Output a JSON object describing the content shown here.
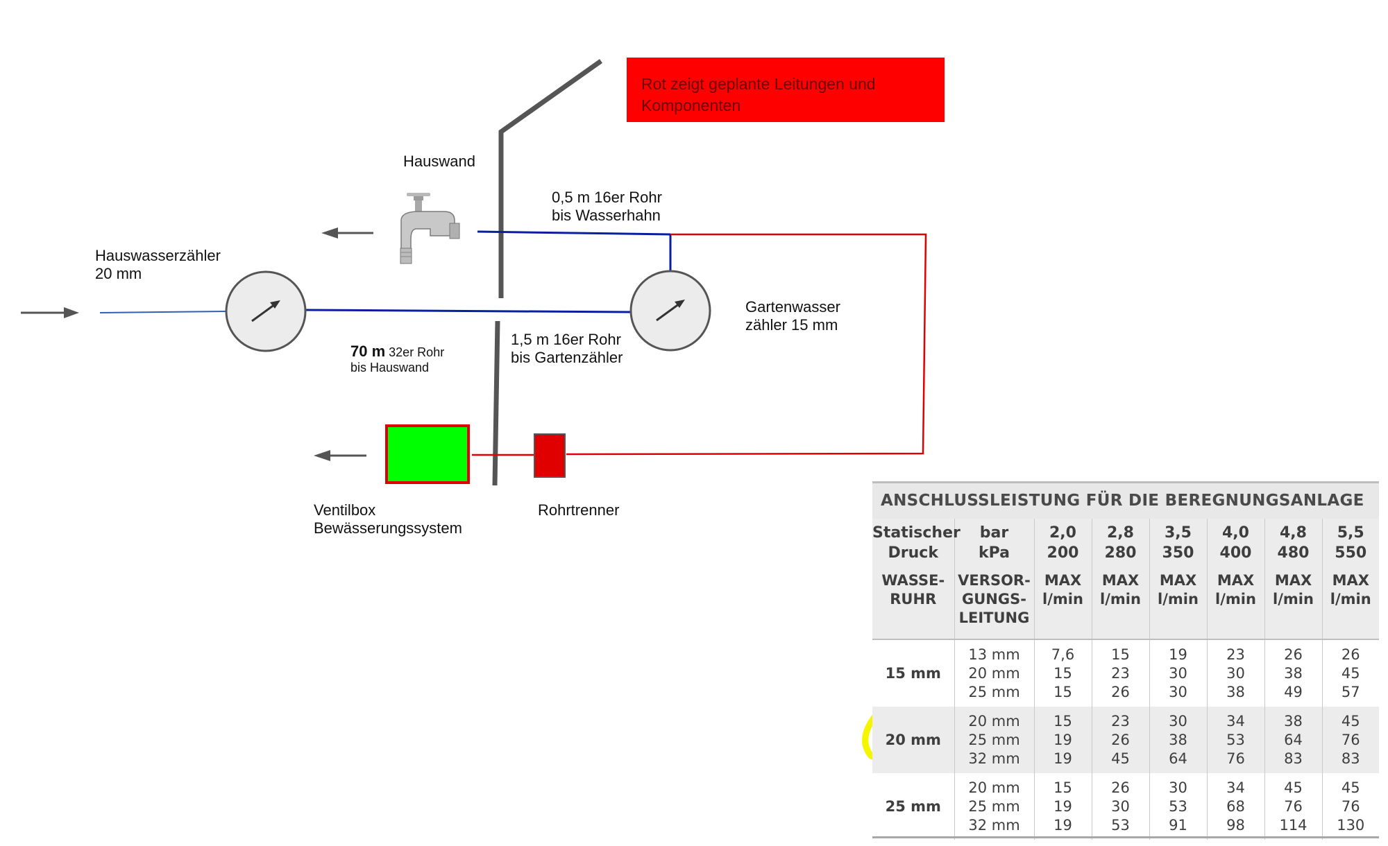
{
  "legend": {
    "text": "Rot zeigt geplante Leitungen und Komponenten"
  },
  "labels": {
    "hauswand": "Hauswand",
    "hauswasserzaehler_1": "Hauswasserzähler",
    "hauswasserzaehler_2": "20 mm",
    "rohr_wasserhahn_1": "0,5 m 16er Rohr",
    "rohr_wasserhahn_2": "bis Wasserhahn",
    "gartenwasser_1": "Gartenwasser",
    "gartenwasser_2": "zähler 15 mm",
    "rohr_hauswand_bold": "70 m",
    "rohr_hauswand_rest": " 32er Rohr",
    "rohr_hauswand_2": "bis Hauswand",
    "rohr_garten_1": "1,5 m 16er Rohr",
    "rohr_garten_2": "bis Gartenzähler",
    "ventilbox_1": "Ventilbox",
    "ventilbox_2": "Bewässerungssystem",
    "rohrtrenner": "Rohrtrenner"
  },
  "colors": {
    "planned": "#e00000",
    "existing": "#0a1fa0",
    "wall": "#555555",
    "ventilbox_fill": "#00ff00",
    "rohrtrenner_fill": "#e00000",
    "highlight_yellow": "#f5f500",
    "circle_red": "#c41010"
  },
  "icons": [
    "water-tap-icon",
    "water-meter-icon",
    "arrow-left-icon",
    "arrow-right-icon"
  ],
  "table": {
    "title": "ANSCHLUSSLEISTUNG FÜR DIE BEREGNUNGSANLAGE",
    "header1": [
      "Statischer Druck",
      "bar kPa",
      "2,0 200",
      "2,8 280",
      "3,5 350",
      "4,0 400",
      "4,8 480",
      "5,5 550"
    ],
    "header2": [
      "WASSE- RUHR",
      "VERSOR- GUNGS- LEITUNG",
      "MAX l/min",
      "MAX l/min",
      "MAX l/min",
      "MAX l/min",
      "MAX l/min",
      "MAX l/min"
    ],
    "rows": [
      {
        "meter": "15 mm",
        "pipes": [
          "13 mm",
          "20 mm",
          "25 mm"
        ],
        "values": [
          [
            "7,6",
            "15",
            "15"
          ],
          [
            "15",
            "23",
            "26"
          ],
          [
            "19",
            "30",
            "30"
          ],
          [
            "23",
            "30",
            "38"
          ],
          [
            "26",
            "38",
            "49"
          ],
          [
            "26",
            "45",
            "57"
          ]
        ]
      },
      {
        "meter": "20 mm",
        "pipes": [
          "20 mm",
          "25 mm",
          "32 mm"
        ],
        "values": [
          [
            "15",
            "19",
            "19"
          ],
          [
            "23",
            "26",
            "45"
          ],
          [
            "30",
            "38",
            "64"
          ],
          [
            "34",
            "53",
            "76"
          ],
          [
            "38",
            "64",
            "83"
          ],
          [
            "45",
            "76",
            "83"
          ]
        ]
      },
      {
        "meter": "25 mm",
        "pipes": [
          "20 mm",
          "25 mm",
          "32 mm"
        ],
        "values": [
          [
            "15",
            "19",
            "19"
          ],
          [
            "26",
            "30",
            "53"
          ],
          [
            "30",
            "53",
            "91"
          ],
          [
            "34",
            "68",
            "98"
          ],
          [
            "45",
            "76",
            "114"
          ],
          [
            "45",
            "76",
            "130"
          ]
        ]
      }
    ]
  }
}
